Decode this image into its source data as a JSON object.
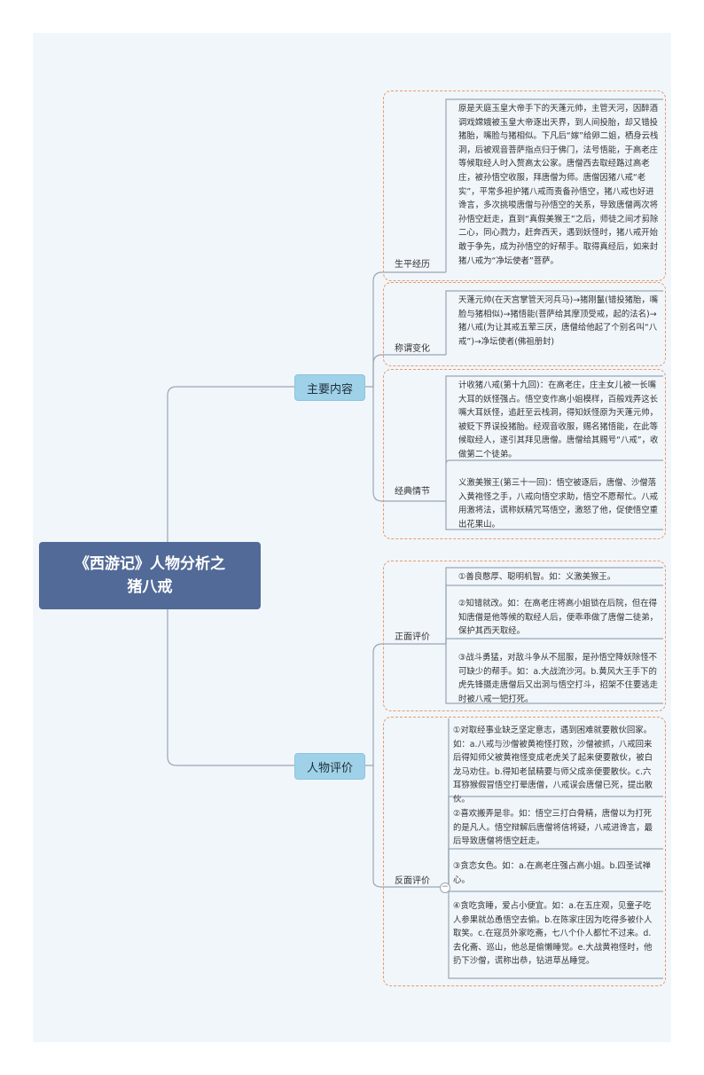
{
  "root": {
    "line1": "《西游记》人物分析之",
    "line2": "猪八戒"
  },
  "branches": [
    {
      "label": "主要内容",
      "children": [
        {
          "label": "生平经历",
          "texts": [
            "原是天庭玉皇大帝手下的天蓬元帅，主管天河，因醉酒调戏嫦娥被玉皇大帝逐出天界，到人间投胎，却又错投猪胎，嘴脸与猪相似。下凡后“嫁”给卵二姐，栖身云栈洞，后被观音菩萨指点归于佛门，法号悟能，于高老庄等候取经人时入赘高太公家。唐僧西去取经路过高老庄，被孙悟空收服，拜唐僧为师。唐僧因猪八戒“老实”，平常多袒护猪八戒而责备孙悟空，猪八戒也好进谗言，多次挑唆唐僧与孙悟空的关系，导致唐僧两次将孙悟空赶走，直到“真假美猴王”之后，师徒之间才剪除二心，同心戮力，赶奔西天，遇到妖怪时，猪八戒开始敢于争先，成为孙悟空的好帮手。取得真经后，如来封猪八戒为“净坛使者”菩萨。"
          ]
        },
        {
          "label": "称谓变化",
          "texts": [
            "天蓬元帅(在天宫掌管天河兵马)→猪刚鬣(错投猪胎，嘴脸与猪相似)→猪悟能(菩萨给其摩顶受戒，起的法名)→猪八戒(为让其戒五荤三厌，唐僧给他起了个别名叫“八戒”)→净坛使者(佛祖册封)"
          ]
        },
        {
          "label": "经典情节",
          "texts": [
            "计收猪八戒(第十九回)：在高老庄，庄主女儿被一长嘴大耳的妖怪强占。悟空变作高小姐模样，百般戏弄这长嘴大耳妖怪，追赶至云栈洞，得知妖怪原为天蓬元帅，被贬下界误投猪胎。经观音收服，赐名猪悟能，在此等候取经人，遂引其拜见唐僧。唐僧给其赐号“八戒”，收做第二个徒弟。",
            "义激美猴王(第三十一回)：悟空被逐后，唐僧、沙僧落入黄袍怪之手，八戒向悟空求助，悟空不愿帮忙。八戒用激将法，谎称妖精咒骂悟空，激怒了他，促使悟空重出花果山。"
          ]
        }
      ]
    },
    {
      "label": "人物评价",
      "children": [
        {
          "label": "正面评价",
          "texts": [
            "①善良憨厚、聪明机智。如：义激美猴王。",
            "②知错就改。如：在高老庄将高小姐锁在后院，但在得知唐僧是他等候的取经人后，便乖乖做了唐僧二徒弟，保护其西天取经。",
            "③战斗勇猛，对敌斗争从不屈服，是孙悟空降妖除怪不可缺少的帮手。如：a.大战流沙河。b.黄风大王手下的虎先锋摄走唐僧后又出洞与悟空打斗，招架不住要逃走时被八戒一钯打死。"
          ]
        },
        {
          "label": "反面评价",
          "texts": [
            "①对取经事业缺乏坚定意志，遇到困难就要散伙回家。如：a.八戒与沙僧被黄袍怪打败，沙僧被抓，八戒回来后得知师父被黄袍怪变成老虎关了起来便要散伙，被白龙马劝住。b.得知老鼠精要与师父成亲便要散伙。c.六耳猕猴假冒悟空打晕唐僧，八戒误会唐僧已死，提出散伙。",
            "②喜欢搬弄是非。如：悟空三打白骨精，唐僧以为打死的是凡人。悟空辩解后唐僧将信将疑，八戒进谗言，最后导致唐僧将悟空赶走。",
            "③贪恋女色。如：a.在高老庄强占高小姐。b.四圣试禅心。",
            "④贪吃贪睡，爱占小便宜。如：a.在五庄观，见童子吃人参果就怂恿悟空去偷。b.在陈家庄因为吃得多被仆人取笑。c.在寇员外家吃斋，七八个仆人都忙不过来。d.去化斋、巡山，他总是偷懒睡觉。e.大战黄袍怪时，他扔下沙僧，谎称出恭，钻进草丛睡觉。"
          ]
        }
      ]
    }
  ],
  "colors": {
    "root": "#526a97",
    "branch": "#9fd2e8",
    "group_border": "#e69a6b",
    "line": "#9aa6b2",
    "background": "#f1f6fb"
  }
}
